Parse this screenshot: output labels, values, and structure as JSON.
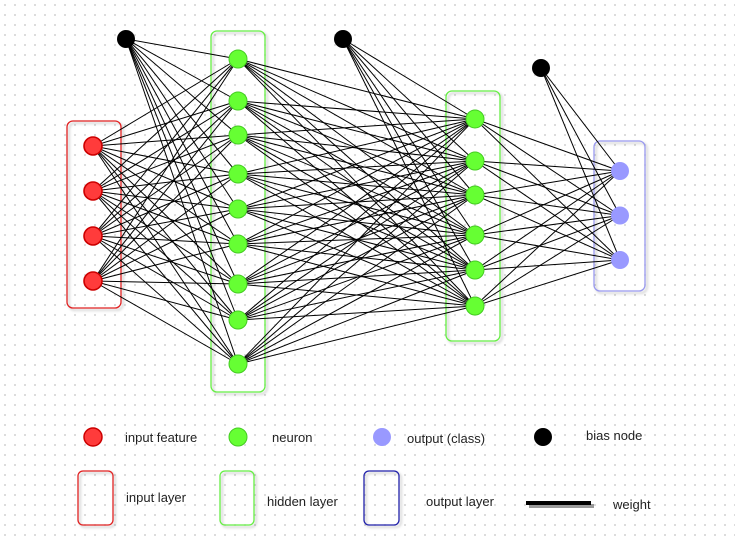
{
  "network": {
    "input_layer": {
      "node_count": 4
    },
    "hidden_layer_1": {
      "node_count": 9
    },
    "hidden_layer_2": {
      "node_count": 6
    },
    "output_layer": {
      "node_count": 3
    },
    "bias_nodes": 3
  },
  "legend": {
    "input_feature": "input feature",
    "neuron": "neuron",
    "output_class": "output (class)",
    "bias_node": "bias node",
    "input_layer": "input layer",
    "hidden_layer": "hidden layer",
    "output_layer": "output layer",
    "weight": "weight"
  },
  "colors": {
    "input_node": "#ff3b3b",
    "input_stroke": "#cc0000",
    "input_box": "#e02020",
    "neuron_node": "#66ff33",
    "neuron_stroke": "#44cc22",
    "hidden_box": "#66ee44",
    "output_node": "#9999ff",
    "output_box": "#9999ee",
    "output_legend_box": "#2222aa",
    "bias_node": "#000000",
    "weight": "#000000"
  }
}
